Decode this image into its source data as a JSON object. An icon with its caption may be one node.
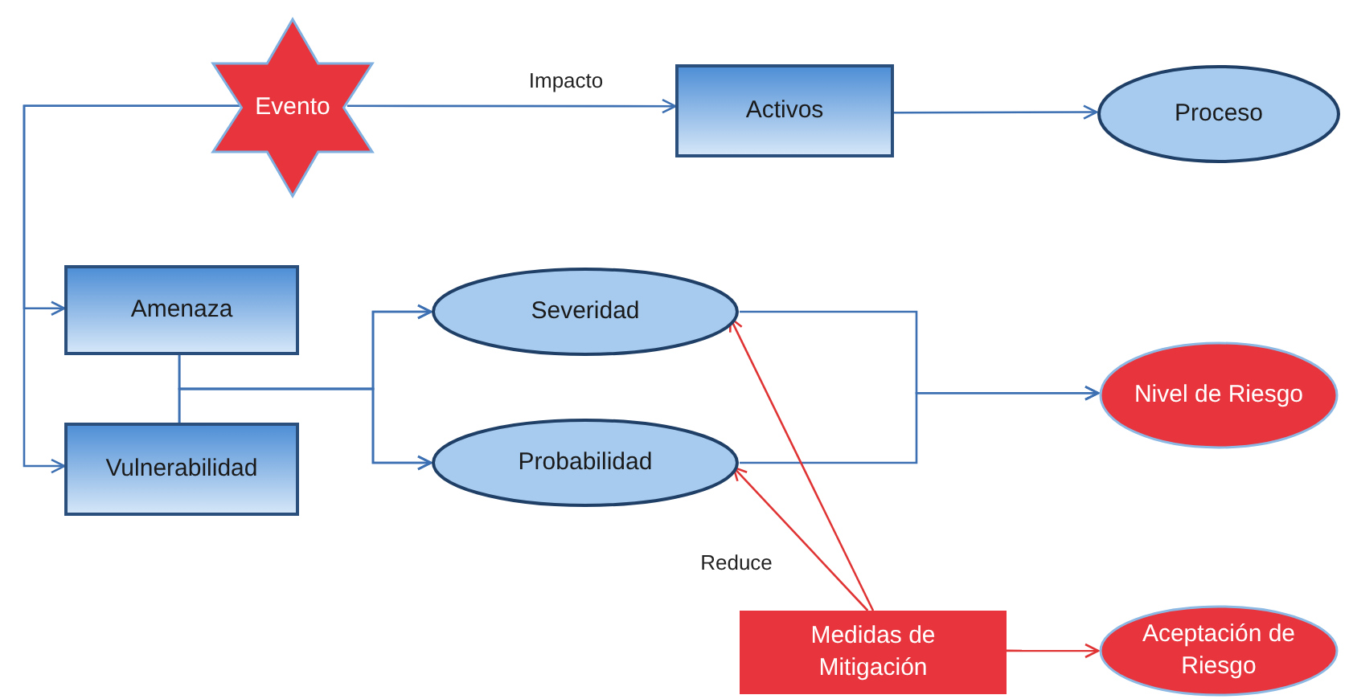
{
  "diagram": {
    "nodes": [
      {
        "text": [
          "Evento"
        ]
      },
      {
        "text": [
          "Activos"
        ]
      },
      {
        "text": [
          "Proceso"
        ]
      },
      {
        "text": [
          "Amenaza"
        ]
      },
      {
        "text": [
          "Vulnerabilidad"
        ]
      },
      {
        "text": [
          "Severidad"
        ]
      },
      {
        "text": [
          "Probabilidad"
        ]
      },
      {
        "text": [
          "Nivel de Riesgo"
        ]
      },
      {
        "text": [
          "Medidas de Mitigación"
        ]
      },
      {
        "text": [
          "Aceptación de Riesgo"
        ]
      }
    ],
    "edges": [
      {
        "from": 0,
        "to": 1,
        "arrow": "to",
        "label": "Impacto"
      },
      {
        "from": 1,
        "to": 2,
        "arrow": "to"
      },
      {
        "from": 0,
        "to": 3,
        "arrow": "to"
      },
      {
        "from": 0,
        "to": 4,
        "arrow": "to"
      },
      {
        "from": 3,
        "to": 5,
        "arrow": "to"
      },
      {
        "from": 3,
        "to": 6,
        "arrow": "to"
      },
      {
        "from": 4,
        "to": 5,
        "arrow": "to"
      },
      {
        "from": 4,
        "to": 6,
        "arrow": "to"
      },
      {
        "from": 5,
        "to": 7,
        "arrow": "to"
      },
      {
        "from": 6,
        "to": 7,
        "arrow": "to"
      },
      {
        "from": 8,
        "to": 5,
        "arrow": "to",
        "color": "#e03434"
      },
      {
        "from": 8,
        "to": 6,
        "arrow": "to",
        "color": "#e03434",
        "label": "Reduce"
      },
      {
        "from": 8,
        "to": 9,
        "arrow": "to",
        "color": "#e03434"
      }
    ]
  }
}
